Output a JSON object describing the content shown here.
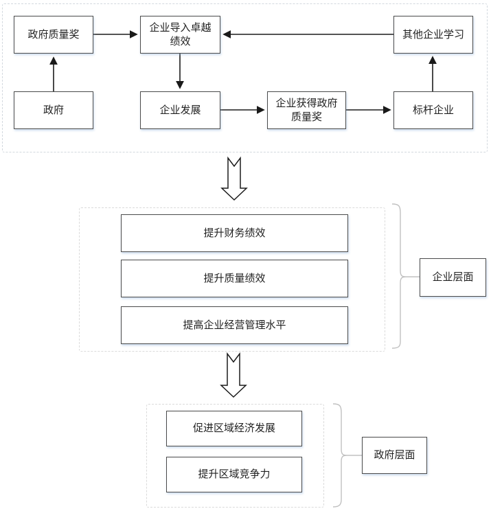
{
  "colors": {
    "box_border": "#4a4a4a",
    "arrow": "#1a1a1a",
    "dashed_border": "#d2d8de",
    "brace": "#c0c0c0",
    "text": "#1f1f1f",
    "background": "#ffffff"
  },
  "top_flow": {
    "nodes": [
      {
        "label": "政府质量奖"
      },
      {
        "label": "企业导入卓越绩效"
      },
      {
        "label": "其他企业学习"
      },
      {
        "label": "政府"
      },
      {
        "label": "企业发展"
      },
      {
        "label": "企业获得政府质量奖"
      },
      {
        "label": "标杆企业"
      }
    ],
    "edges": [
      {
        "from": "政府",
        "to": "政府质量奖"
      },
      {
        "from": "政府质量奖",
        "to": "企业导入卓越绩效"
      },
      {
        "from": "其他企业学习",
        "to": "企业导入卓越绩效"
      },
      {
        "from": "企业导入卓越绩效",
        "to": "企业发展"
      },
      {
        "from": "企业发展",
        "to": "企业获得政府质量奖"
      },
      {
        "from": "企业获得政府质量奖",
        "to": "标杆企业"
      },
      {
        "from": "标杆企业",
        "to": "其他企业学习"
      }
    ]
  },
  "enterprise_level": {
    "items": [
      "提升财务绩效",
      "提升质量绩效",
      "提高企业经营管理水平"
    ],
    "label": "企业层面"
  },
  "government_level": {
    "items": [
      "促进区域经济发展",
      "提升区域竞争力"
    ],
    "label": "政府层面"
  }
}
